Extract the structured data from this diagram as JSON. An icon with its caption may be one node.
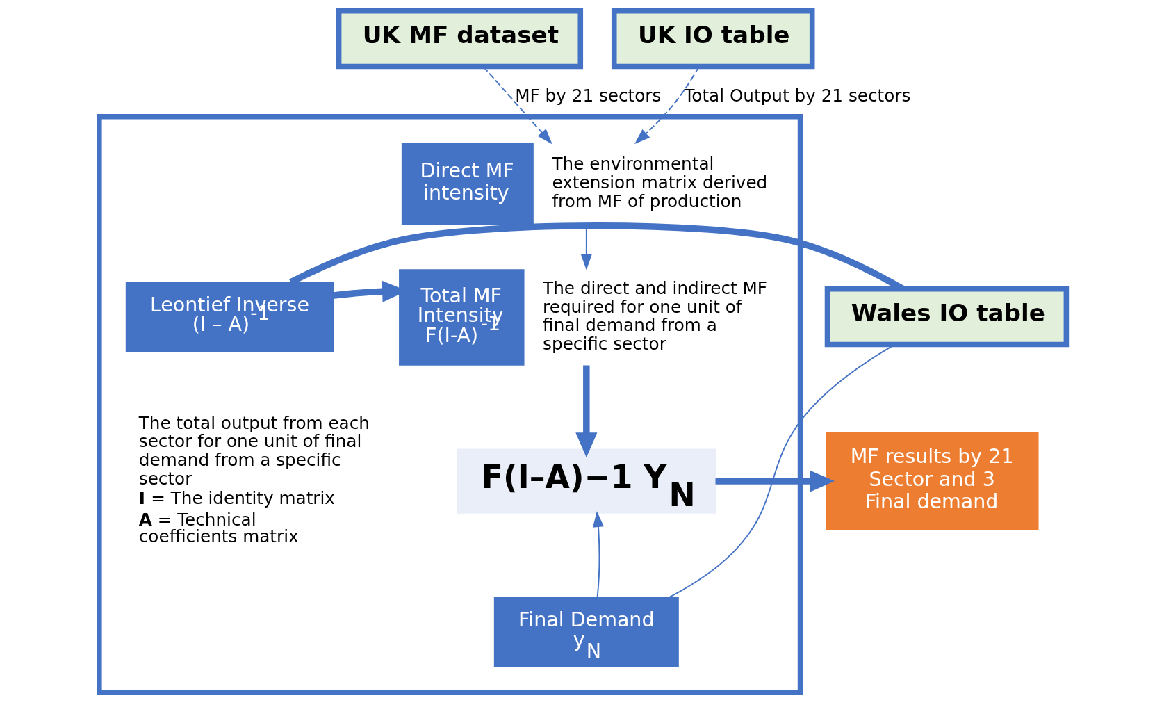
{
  "diagram": {
    "nodes": [
      {
        "text": [
          "UK MF dataset"
        ]
      },
      {
        "text": [
          "UK IO table"
        ]
      },
      {
        "text": [],
        "shape": "box"
      },
      {
        "text": [
          "Direct MF intensity"
        ],
        "in": 2,
        "beside": [
          "The environmental extension matrix derived from MF of production"
        ]
      },
      {
        "text": [
          "Leontief Inverse",
          "(I – A)$^{-1}$"
        ],
        "in": 2,
        "beside": [
          "The total output from each sector for one unit of final demand from a specific sector",
          "**I** = The identity matrix",
          "**A** = Technical coefficients matrix"
        ]
      },
      {
        "text": [
          "Total MF Intensity",
          "F(I-A)$^{-1}$"
        ],
        "in": 2,
        "beside": [
          "The direct and indirect MF required for one unit of final demand from a specific sector"
        ]
      },
      {
        "text": [
          "Wales IO table"
        ]
      },
      {
        "text": [
          "F(I–A)−1 Y$_{N}$"
        ],
        "in": 2
      },
      {
        "text": [
          "Final Demand",
          "y$_{N}$"
        ],
        "in": 2
      },
      {
        "text": [
          "MF results by 21 Sector and 3 Final demand"
        ]
      }
    ],
    "edges": [
      {
        "from": 0,
        "to": 3,
        "arrow": "to",
        "style": "dashed",
        "label": "MF by 21 sectors"
      },
      {
        "from": 1,
        "to": 3,
        "arrow": "to",
        "style": "dashed",
        "label": "Total Output by 21 sectors"
      },
      {
        "from": 6,
        "to": 4,
        "arrow": "none",
        "style": "thick"
      },
      {
        "from": 4,
        "to": 5,
        "arrow": "to",
        "style": "thick"
      },
      {
        "from": 3,
        "to": 5,
        "arrow": "to"
      },
      {
        "from": 5,
        "to": 7,
        "arrow": "to",
        "style": "thick"
      },
      {
        "from": 6,
        "to": 8,
        "arrow": "none"
      },
      {
        "from": 8,
        "to": 7,
        "arrow": "to"
      },
      {
        "from": 7,
        "to": 9,
        "arrow": "to",
        "style": "thick"
      }
    ]
  }
}
